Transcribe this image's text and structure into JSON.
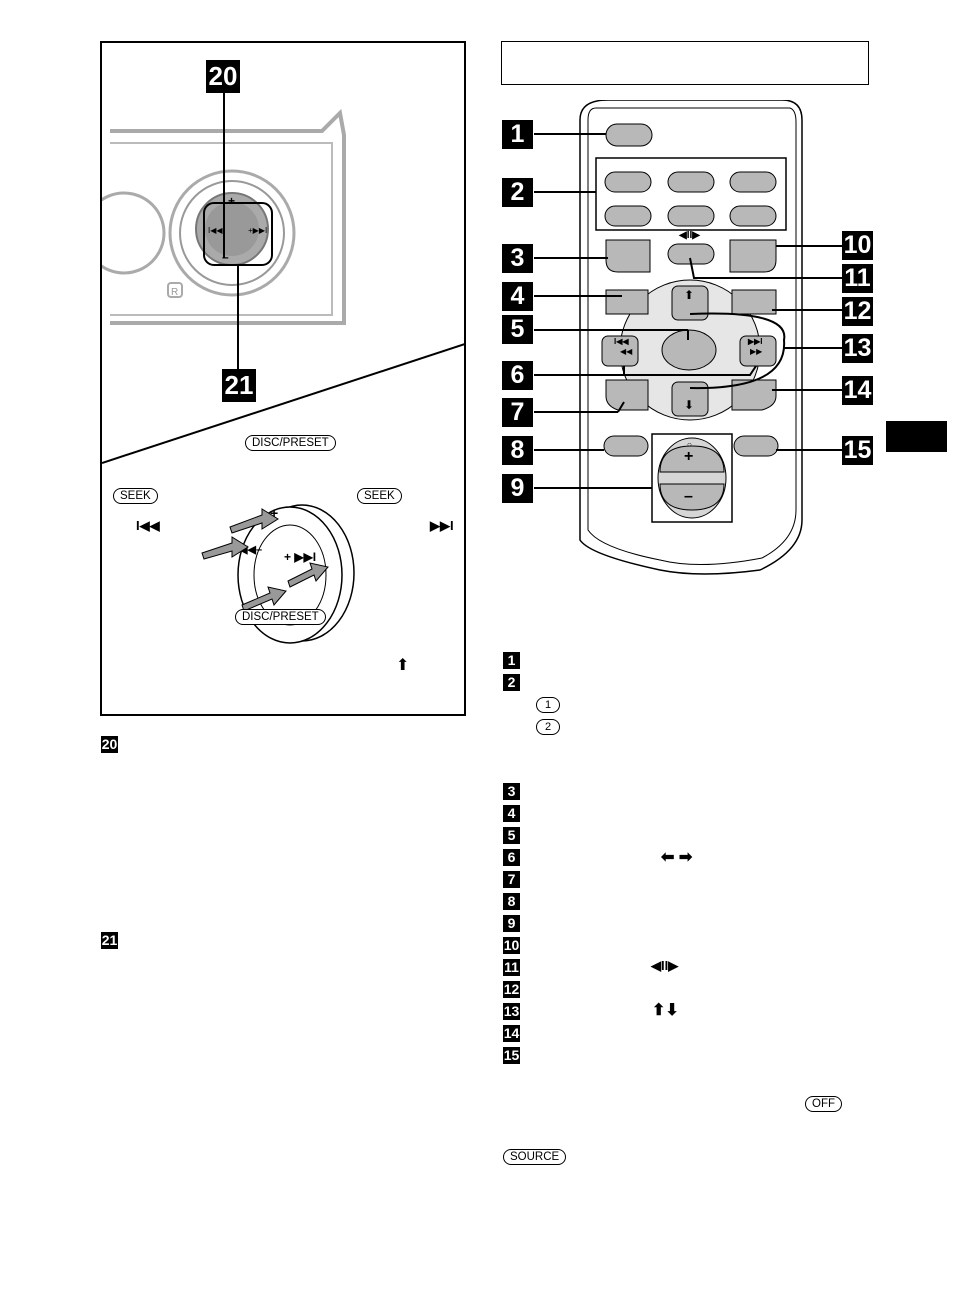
{
  "left_panel": {
    "callout_top": "20",
    "callout_bottom": "21",
    "disc_preset_top": "DISC/PRESET",
    "disc_preset_bottom": "DISC/PRESET",
    "seek_left": "SEEK",
    "seek_right": "SEEK",
    "prev_symbol": "I◀◀",
    "next_symbol": "▶▶I",
    "up_arrow": "⬆",
    "unit_label": "R"
  },
  "left_list": [
    {
      "num": "20"
    },
    {
      "num": "21"
    }
  ],
  "remote": {
    "callouts": [
      "1",
      "2",
      "3",
      "4",
      "5",
      "6",
      "7",
      "8",
      "9",
      "10",
      "11",
      "12",
      "13",
      "14",
      "15"
    ],
    "button_symbols": {
      "pause_play": "◀II▶",
      "up": "⬆",
      "down": "⬇",
      "prev": "I◀◀",
      "prev_small": "◀◀",
      "next": "▶▶I",
      "next_small": "▶▶",
      "plus": "+",
      "minus": "–",
      "vol_dot": "○"
    }
  },
  "right_list": {
    "items": [
      "1",
      "2",
      "3",
      "4",
      "5",
      "6",
      "7",
      "8",
      "9",
      "10",
      "11",
      "12",
      "13",
      "14",
      "15"
    ],
    "sub_items": [
      "1",
      "2"
    ],
    "item6_symbols": "⬅ ➡",
    "item11_symbols": "◀II▶",
    "item13_symbols": "⬆⬇"
  },
  "buttons": {
    "off": "OFF",
    "source": "SOURCE"
  },
  "colors": {
    "button_gray": "#b8b8b8",
    "light_gray": "#d6d6d6",
    "ink": "#000000"
  }
}
